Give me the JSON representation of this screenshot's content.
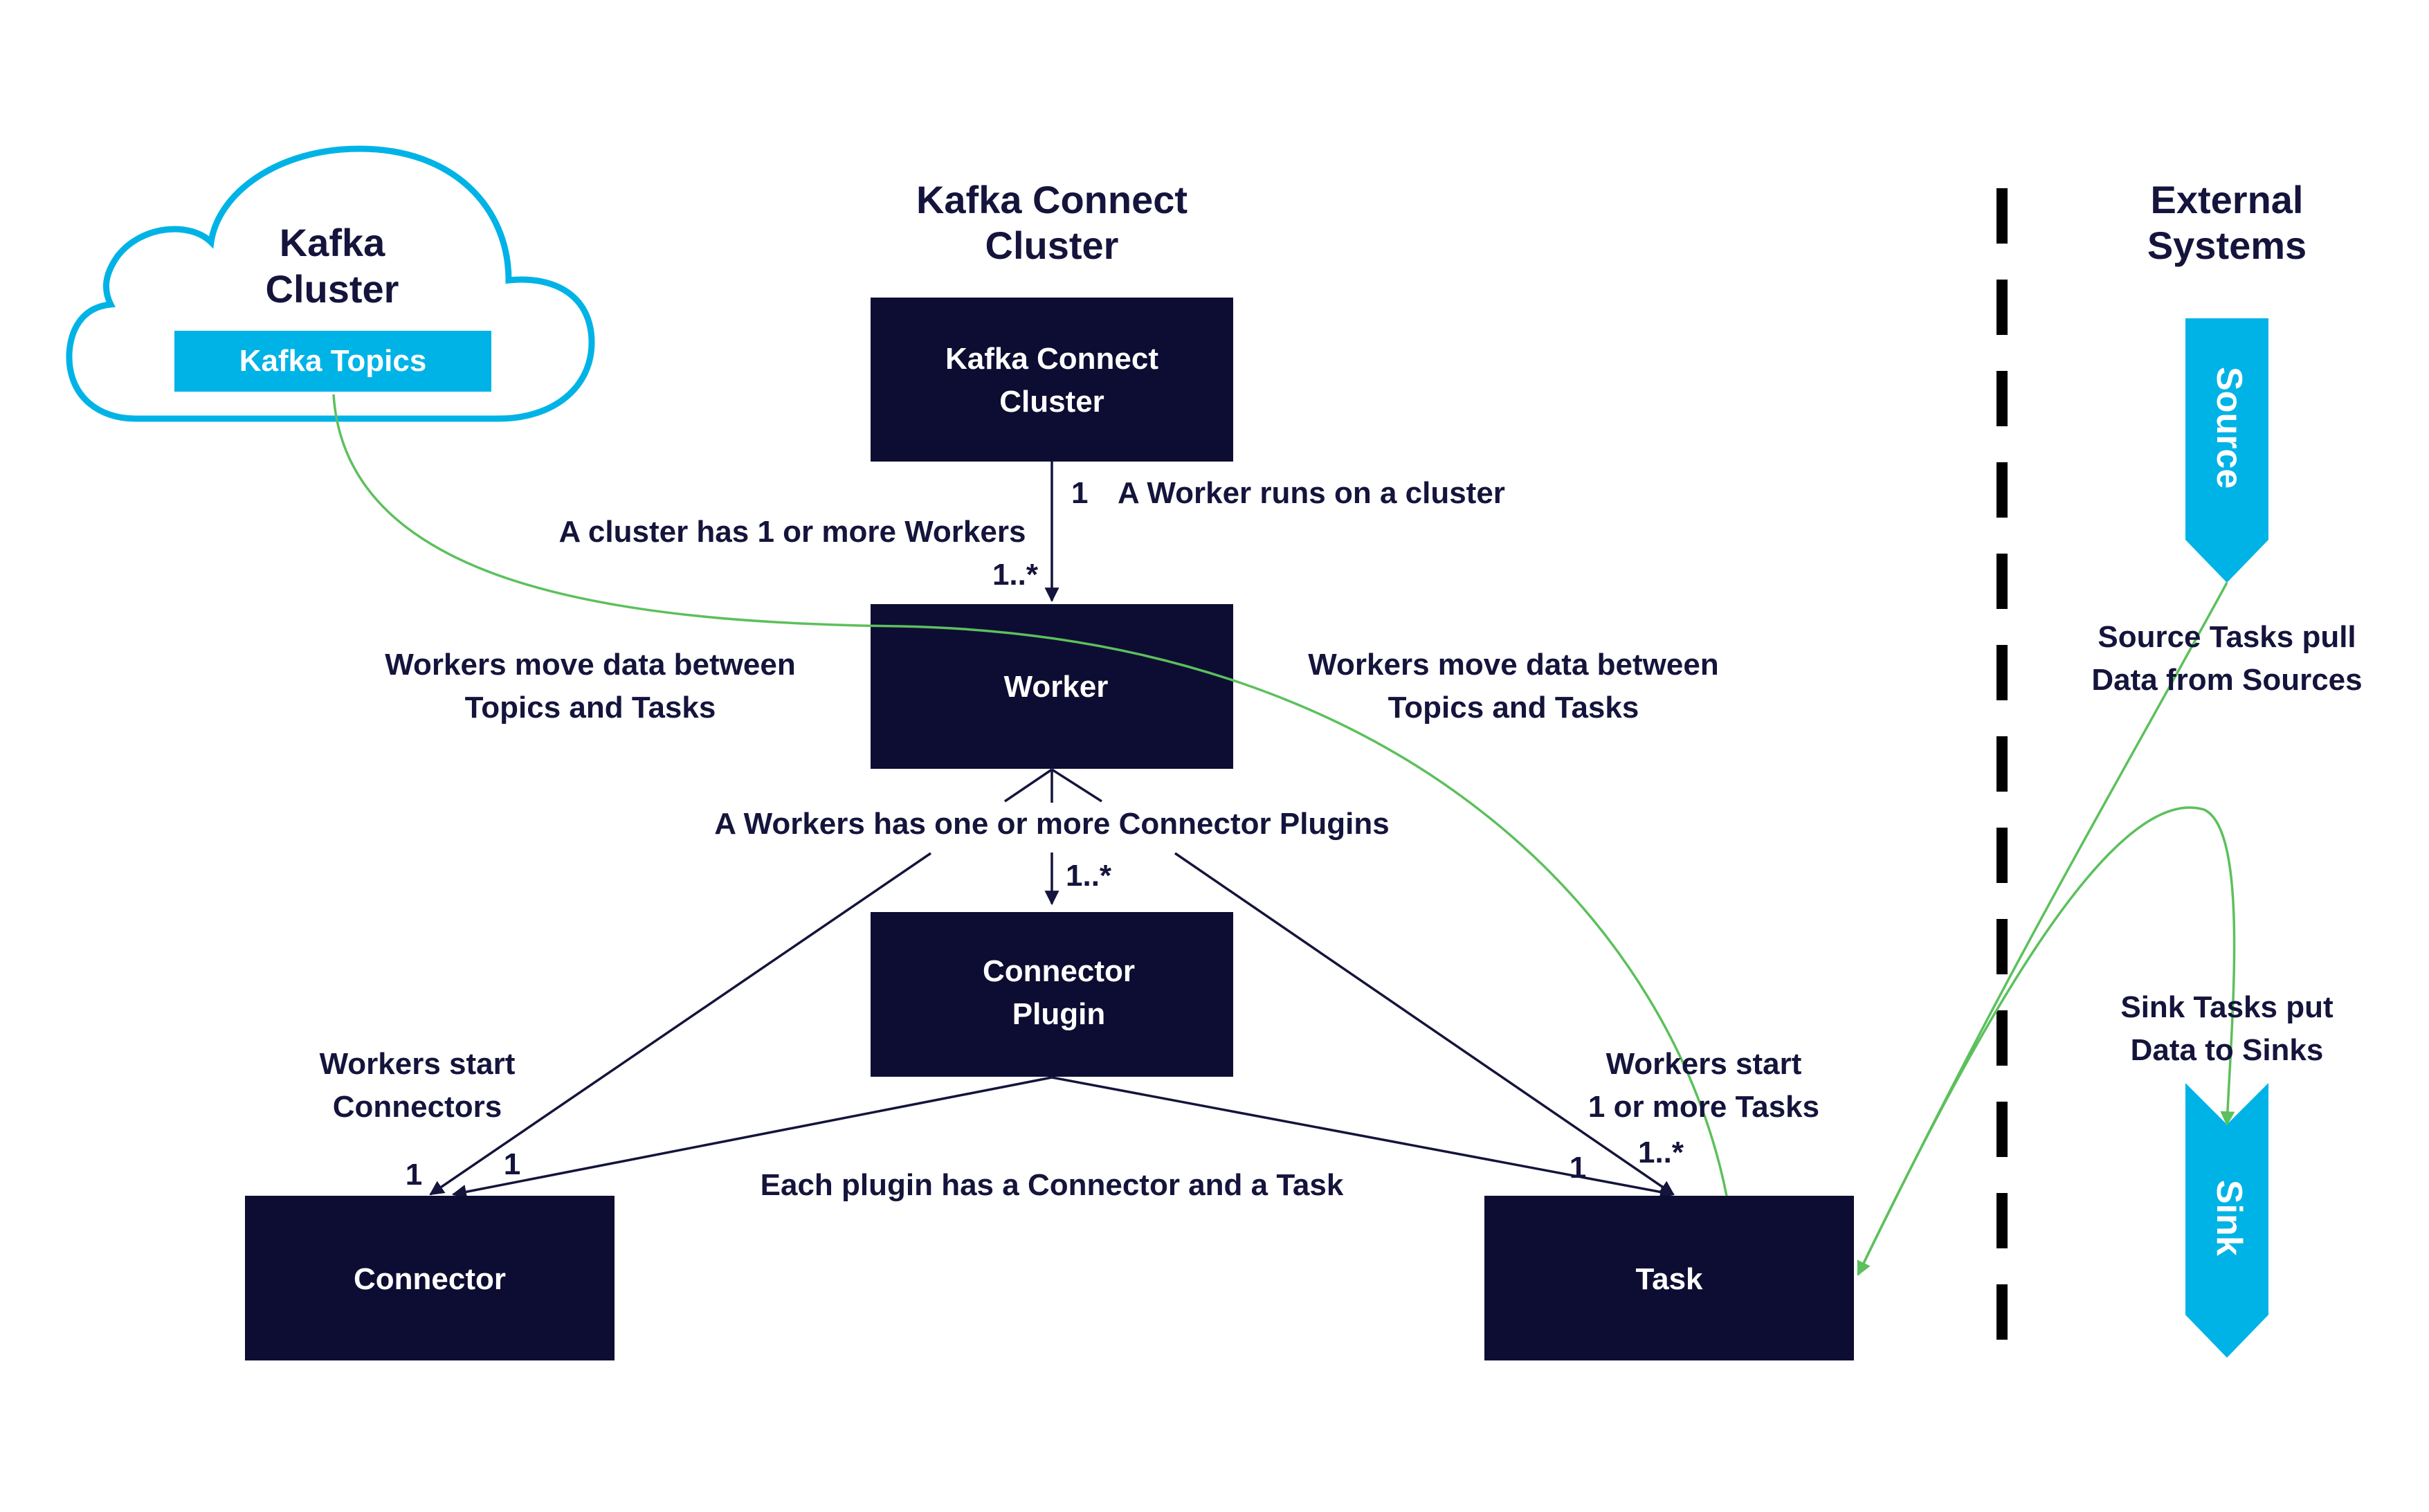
{
  "kafka_cluster": {
    "title_line1": "Kafka",
    "title_line2": "Cluster",
    "topics_label": "Kafka Topics"
  },
  "connect_heading": {
    "line1": "Kafka Connect",
    "line2": "Cluster"
  },
  "external_heading": {
    "line1": "External",
    "line2": "Systems"
  },
  "boxes": {
    "connect_cluster": {
      "line1": "Kafka Connect",
      "line2": "Cluster"
    },
    "worker": "Worker",
    "connector_plugin": {
      "line1": "Connector",
      "line2": "Plugin"
    },
    "connector": "Connector",
    "task": "Task"
  },
  "external_systems": {
    "source": "Source",
    "sink": "Sink"
  },
  "labels": {
    "worker_runs": "A Worker runs on a cluster",
    "cluster_has_workers": "A cluster has 1 or more Workers",
    "workers_move_left": [
      "Workers move data between",
      "Topics and Tasks"
    ],
    "workers_move_right": [
      "Workers move data between",
      "Topics and Tasks"
    ],
    "worker_has_plugins": "A Workers has one or more Connector Plugins",
    "workers_start_connectors": [
      "Workers start",
      "Connectors"
    ],
    "workers_start_tasks": [
      "Workers start",
      "1 or more Tasks"
    ],
    "plugin_has": "Each plugin has a Connector and a Task",
    "source_tasks": [
      "Source Tasks pull",
      "Data from Sources"
    ],
    "sink_tasks": [
      "Sink Tasks put",
      "Data to Sinks"
    ]
  },
  "multiplicities": {
    "cluster_side": "1",
    "worker_side": "1..*",
    "plugins": "1..*",
    "connector_from_worker": "1",
    "connector_from_plugin": "1",
    "task_from_plugin": "1",
    "task_from_worker": "1..*"
  },
  "colors": {
    "box_fill": "#0d0d33",
    "text_dark": "#14143c",
    "cyan_accent": "#00b3e6",
    "flow_line": "#5cc05c",
    "divider": "#000000"
  }
}
